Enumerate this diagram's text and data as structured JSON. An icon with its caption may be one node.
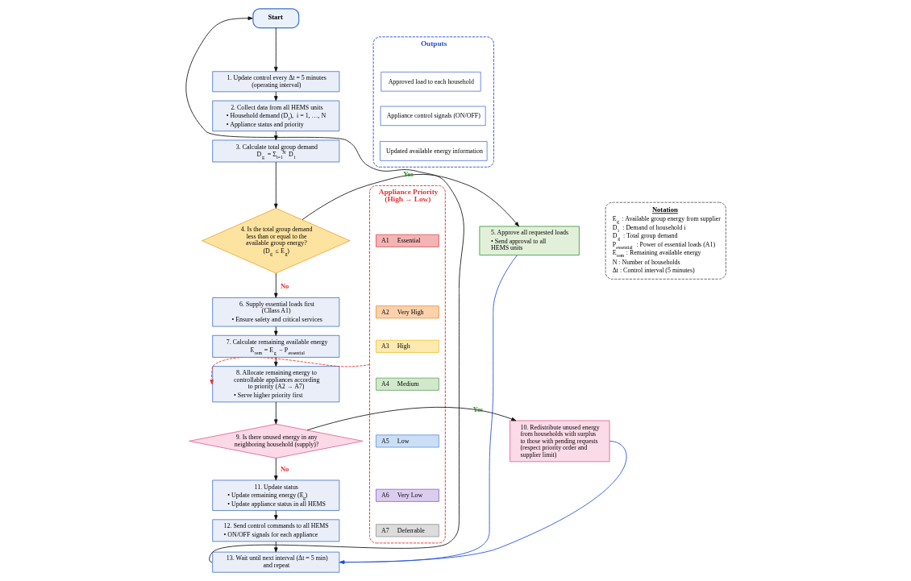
{
  "diagram": {
    "nodes": [
      {
        "text": [
          "Start"
        ]
      },
      {
        "text": [
          "1. Update control every Δt = 5 minutes (operating interval)"
        ]
      },
      {
        "text": [
          "2. Collect data from all HEMS units",
          "• Household demand (D$_{i}$),  i = 1, …, N",
          "• Appliance status and priority"
        ]
      },
      {
        "text": [
          "3. Calculate total group demand",
          "D$_{g}$ = Σ$_{i=1}$$^{N}$ D$_{i}$"
        ]
      },
      {
        "text": [
          "4. Is the total group demand less than or equal to the available group energy?",
          "(D$_{g}$ ≤ E$_{g}$)"
        ]
      },
      {
        "text": [
          "5. Approve all requested loads",
          "• Send approval to all HEMS units"
        ]
      },
      {
        "text": [
          "6. Supply essential loads first (Cllass A1)",
          "• Ensure safety and critical services"
        ]
      },
      {
        "text": [
          "7. Calculate remaining available energy",
          "E$_{rem}$ = E$_{g}$ − P$_{essential}$"
        ]
      },
      {
        "text": [
          "8. Allocate remaining energy to controllable appliances according to priority (A2 → A7)",
          "• Serve higher priority first"
        ]
      },
      {
        "text": [
          "9. Is there unused energy in any neighboring household (supply)?"
        ]
      },
      {
        "text": [
          "10. Redistribute unused energy from households with surplus to those with pending requests (respect priority order and supplier limit)"
        ]
      },
      {
        "text": [
          "11. Update status",
          "• Update remaining energy (E$_{g}$)",
          "• Update appliance status in all HEMS"
        ]
      },
      {
        "text": [
          "12. Send control commands to all HEMS",
          "• ON/OFF signals for each appliance"
        ]
      },
      {
        "text": [
          "13. Wait until next interval (Δt = 5 min) and repeat"
        ]
      },
      {
        "text": [
          "Appliance Priority (High → Low)"
        ]
      },
      {
        "text": [
          "A1",
          "Essential"
        ],
        "in": 14
      },
      {
        "text": [
          "A2",
          "Very High"
        ],
        "in": 14
      },
      {
        "text": [
          "A3",
          "High"
        ],
        "in": 14
      },
      {
        "text": [
          "A4",
          "Medium"
        ],
        "in": 14
      },
      {
        "text": [
          "A5",
          "Low"
        ],
        "in": 14
      },
      {
        "text": [
          "A6",
          "Very Low"
        ],
        "in": 14
      },
      {
        "text": [
          "A7",
          "Deferrable"
        ],
        "in": 14
      },
      {
        "text": [
          "Outputs"
        ]
      },
      {
        "text": [
          "Approved load to each household"
        ],
        "in": 22
      },
      {
        "text": [
          "Appliance control signals (ON/OFF)"
        ],
        "in": 22
      },
      {
        "text": [
          "Updated available energy information"
        ],
        "in": 22
      },
      {
        "text": [
          "Notation",
          "E$_{g}$ : Available group energy from supplier",
          "D$_{i}$ : Demand of household i",
          "D$_{g}$ : Total group demand",
          "P$_{essential}$ : Power of essential loads (A1)",
          "E$_{rem}$ : Remaining available energy",
          "N : Number of households",
          "Δt : Control interval (5 minutes)"
        ]
      }
    ],
    "edges": [
      {
        "from": 0,
        "to": 1,
        "arrow": "to"
      },
      {
        "from": 1,
        "to": 2,
        "arrow": "to"
      },
      {
        "from": 2,
        "to": 3,
        "arrow": "to"
      },
      {
        "from": 3,
        "to": 4,
        "arrow": "to"
      },
      {
        "from": 4,
        "to": 5,
        "arrow": "to",
        "label": "Yes"
      },
      {
        "from": 4,
        "to": 6,
        "arrow": "to",
        "label": "No"
      },
      {
        "from": 5,
        "to": 13,
        "arrow": "to",
        "color": "#1f4fd8"
      },
      {
        "from": 6,
        "to": 7,
        "arrow": "to"
      },
      {
        "from": 7,
        "to": 8,
        "arrow": "to"
      },
      {
        "from": 14,
        "to": 8,
        "arrow": "to",
        "style": "dashed",
        "color": "#e53030"
      },
      {
        "from": 8,
        "to": 9,
        "arrow": "to"
      },
      {
        "from": 9,
        "to": 10,
        "arrow": "to",
        "label": "Yes"
      },
      {
        "from": 9,
        "to": 11,
        "arrow": "to",
        "label": "No"
      },
      {
        "from": 10,
        "to": 13,
        "arrow": "to",
        "color": "#1f4fd8"
      },
      {
        "from": 11,
        "to": 12,
        "arrow": "to"
      },
      {
        "from": 12,
        "to": 13,
        "arrow": "to"
      },
      {
        "from": 13,
        "to": 0,
        "arrow": "to"
      }
    ]
  }
}
